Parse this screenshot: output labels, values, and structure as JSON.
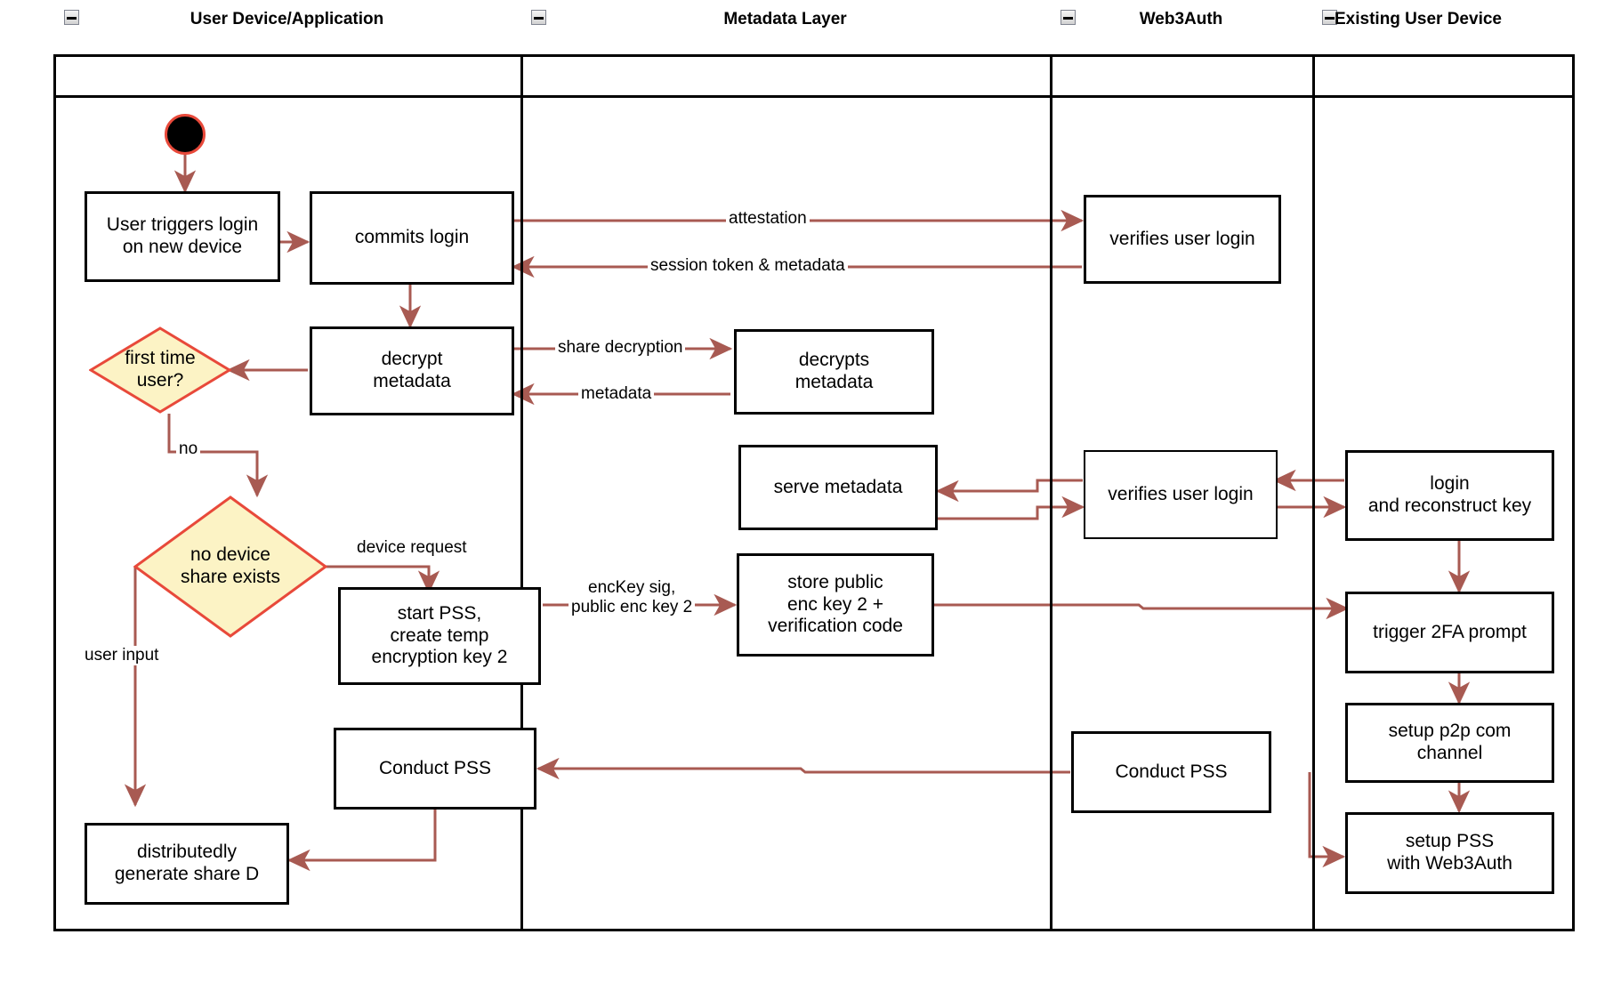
{
  "diagram": {
    "title": "Web3Auth new-device login swimlane activity diagram",
    "colors": {
      "edge": "#a85a52",
      "decision_border": "#e8493a",
      "decision_fill": "#fcf3c5",
      "node_border": "#000000",
      "start_border": "#e8493a",
      "start_fill": "#000000",
      "lane_border": "#000000"
    },
    "lanes": [
      {
        "id": "user-device",
        "label": "User Device/Application",
        "collapse_icon": "minus-box-icon"
      },
      {
        "id": "metadata-layer",
        "label": "Metadata Layer",
        "collapse_icon": "minus-box-icon"
      },
      {
        "id": "web3auth",
        "label": "Web3Auth",
        "collapse_icon": "minus-box-icon"
      },
      {
        "id": "existing-user-device",
        "label": "Existing User Device",
        "collapse_icon": "minus-box-icon"
      }
    ],
    "nodes": [
      {
        "id": "start",
        "lane": "user-device",
        "type": "start",
        "label": ""
      },
      {
        "id": "user-triggers-login",
        "lane": "user-device",
        "type": "action",
        "label": "User triggers login\non new device"
      },
      {
        "id": "commits-login",
        "lane": "user-device",
        "type": "action",
        "label": "commits login"
      },
      {
        "id": "decrypt-metadata",
        "lane": "user-device",
        "type": "action",
        "label": "decrypt\nmetadata"
      },
      {
        "id": "first-time-user",
        "lane": "user-device",
        "type": "decision",
        "label": "first time\nuser?"
      },
      {
        "id": "no-device-share-exists",
        "lane": "user-device",
        "type": "decision",
        "label": "no device\nshare exists"
      },
      {
        "id": "start-pss-create-temp-key",
        "lane": "user-device",
        "type": "action",
        "label": "start PSS,\ncreate temp\nencryption key 2"
      },
      {
        "id": "conduct-pss-user",
        "lane": "user-device",
        "type": "action",
        "label": "Conduct PSS"
      },
      {
        "id": "distributedly-generate-share-d",
        "lane": "user-device",
        "type": "action",
        "label": "distributedly\ngenerate share D"
      },
      {
        "id": "decrypts-metadata",
        "lane": "metadata-layer",
        "type": "action",
        "label": "decrypts\nmetadata"
      },
      {
        "id": "serve-metadata",
        "lane": "metadata-layer",
        "type": "action",
        "label": "serve metadata"
      },
      {
        "id": "store-public-enc-key-2",
        "lane": "metadata-layer",
        "type": "action",
        "label": "store public\nenc key 2 +\nverification code"
      },
      {
        "id": "verifies-user-login-top",
        "lane": "web3auth",
        "type": "action",
        "label": "verifies user login"
      },
      {
        "id": "verifies-user-login-mid",
        "lane": "web3auth",
        "type": "action",
        "label": "verifies user login"
      },
      {
        "id": "conduct-pss-web3auth",
        "lane": "web3auth",
        "type": "action",
        "label": "Conduct PSS"
      },
      {
        "id": "login-and-reconstruct-key",
        "lane": "existing-user-device",
        "type": "action",
        "label": "login\nand reconstruct key"
      },
      {
        "id": "trigger-2fa-prompt",
        "lane": "existing-user-device",
        "type": "action",
        "label": "trigger 2FA prompt"
      },
      {
        "id": "setup-p2p-com-channel",
        "lane": "existing-user-device",
        "type": "action",
        "label": "setup p2p com\nchannel"
      },
      {
        "id": "setup-pss-with-web3auth",
        "lane": "existing-user-device",
        "type": "action",
        "label": "setup PSS\nwith Web3Auth"
      }
    ],
    "edge_labels": [
      {
        "id": "attestation",
        "text": "attestation"
      },
      {
        "id": "session-token-metadata",
        "text": "session token & metadata"
      },
      {
        "id": "share-decryption",
        "text": "share decryption"
      },
      {
        "id": "metadata",
        "text": "metadata"
      },
      {
        "id": "no",
        "text": "no"
      },
      {
        "id": "device-request",
        "text": "device request"
      },
      {
        "id": "user-input",
        "text": "user input"
      },
      {
        "id": "enckey-sig-public-enc-key-2",
        "text": "encKey sig,\npublic enc key 2"
      }
    ],
    "edges": [
      {
        "from": "start",
        "to": "user-triggers-login",
        "label": ""
      },
      {
        "from": "user-triggers-login",
        "to": "commits-login",
        "label": ""
      },
      {
        "from": "commits-login",
        "to": "verifies-user-login-top",
        "label": "attestation"
      },
      {
        "from": "verifies-user-login-top",
        "to": "commits-login",
        "label": "session token & metadata"
      },
      {
        "from": "commits-login",
        "to": "decrypt-metadata",
        "label": ""
      },
      {
        "from": "decrypt-metadata",
        "to": "decrypts-metadata",
        "label": "share decryption"
      },
      {
        "from": "decrypts-metadata",
        "to": "decrypt-metadata",
        "label": "metadata"
      },
      {
        "from": "decrypt-metadata",
        "to": "first-time-user",
        "label": ""
      },
      {
        "from": "first-time-user",
        "to": "no-device-share-exists",
        "label": "no"
      },
      {
        "from": "no-device-share-exists",
        "to": "start-pss-create-temp-key",
        "label": "device request"
      },
      {
        "from": "no-device-share-exists",
        "to": "distributedly-generate-share-d",
        "label": "user input"
      },
      {
        "from": "start-pss-create-temp-key",
        "to": "store-public-enc-key-2",
        "label": "encKey sig,\npublic enc key 2"
      },
      {
        "from": "store-public-enc-key-2",
        "to": "trigger-2fa-prompt",
        "label": ""
      },
      {
        "from": "login-and-reconstruct-key",
        "to": "verifies-user-login-mid",
        "label": ""
      },
      {
        "from": "verifies-user-login-mid",
        "to": "serve-metadata",
        "label": ""
      },
      {
        "from": "serve-metadata",
        "to": "verifies-user-login-mid",
        "label": ""
      },
      {
        "from": "verifies-user-login-mid",
        "to": "login-and-reconstruct-key",
        "label": ""
      },
      {
        "from": "login-and-reconstruct-key",
        "to": "trigger-2fa-prompt",
        "label": ""
      },
      {
        "from": "trigger-2fa-prompt",
        "to": "setup-p2p-com-channel",
        "label": ""
      },
      {
        "from": "setup-p2p-com-channel",
        "to": "setup-pss-with-web3auth",
        "label": ""
      },
      {
        "from": "conduct-pss-web3auth",
        "to": "conduct-pss-user",
        "label": ""
      },
      {
        "from": "conduct-pss-web3auth",
        "to": "setup-pss-with-web3auth",
        "label": ""
      },
      {
        "from": "conduct-pss-user",
        "to": "distributedly-generate-share-d",
        "label": ""
      }
    ]
  }
}
